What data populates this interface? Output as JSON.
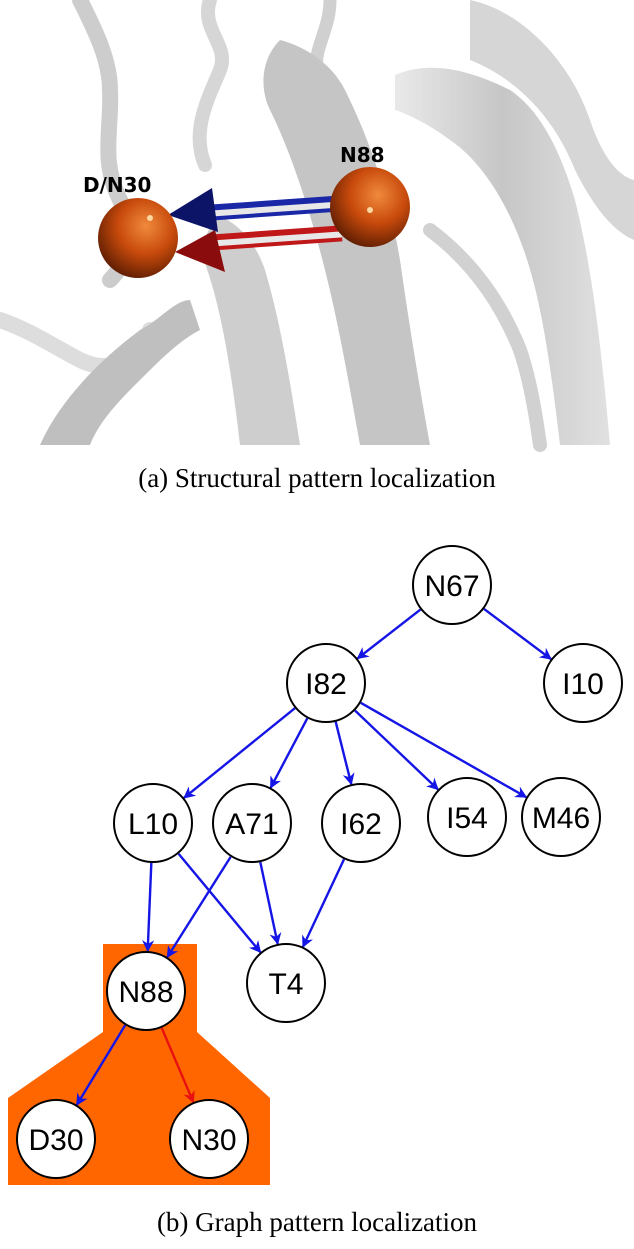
{
  "panel_a": {
    "labels": {
      "left": "D/N30",
      "right": "N88"
    },
    "caption": "(a)  Structural pattern localization",
    "colors": {
      "atom": "#c84a0c",
      "arrow_blue": "#1a28a8",
      "arrow_red": "#c01818",
      "ribbon": "#bfbfbf"
    }
  },
  "panel_b": {
    "caption": "(b)  Graph pattern localization",
    "colors": {
      "edge_blue": "#1515e6",
      "edge_red": "#e81010",
      "highlight": "#ff6600"
    },
    "nodes": [
      {
        "id": "N67",
        "label": "N67"
      },
      {
        "id": "I82",
        "label": "I82"
      },
      {
        "id": "I10",
        "label": "I10"
      },
      {
        "id": "L10",
        "label": "L10"
      },
      {
        "id": "A71",
        "label": "A71"
      },
      {
        "id": "I62",
        "label": "I62"
      },
      {
        "id": "I54",
        "label": "I54"
      },
      {
        "id": "M46",
        "label": "M46"
      },
      {
        "id": "N88",
        "label": "N88"
      },
      {
        "id": "T4",
        "label": "T4"
      },
      {
        "id": "D30",
        "label": "D30"
      },
      {
        "id": "N30",
        "label": "N30"
      }
    ],
    "edges": [
      {
        "from": "N67",
        "to": "I82",
        "color": "blue"
      },
      {
        "from": "N67",
        "to": "I10",
        "color": "blue"
      },
      {
        "from": "I82",
        "to": "L10",
        "color": "blue"
      },
      {
        "from": "I82",
        "to": "A71",
        "color": "blue"
      },
      {
        "from": "I82",
        "to": "I62",
        "color": "blue"
      },
      {
        "from": "I82",
        "to": "I54",
        "color": "blue"
      },
      {
        "from": "I82",
        "to": "M46",
        "color": "blue"
      },
      {
        "from": "L10",
        "to": "N88",
        "color": "blue"
      },
      {
        "from": "L10",
        "to": "T4",
        "color": "blue"
      },
      {
        "from": "A71",
        "to": "N88",
        "color": "blue"
      },
      {
        "from": "A71",
        "to": "T4",
        "color": "blue"
      },
      {
        "from": "I62",
        "to": "T4",
        "color": "blue"
      },
      {
        "from": "N88",
        "to": "D30",
        "color": "blue"
      },
      {
        "from": "N88",
        "to": "N30",
        "color": "red"
      }
    ]
  }
}
